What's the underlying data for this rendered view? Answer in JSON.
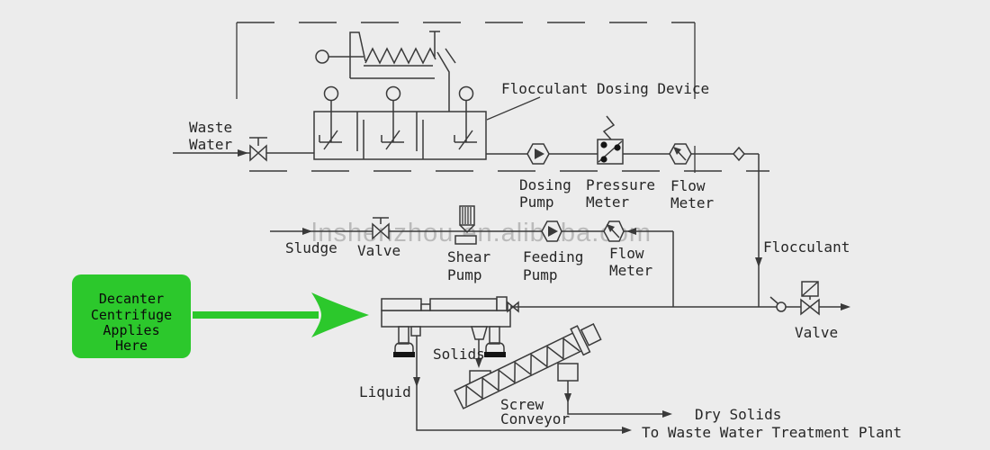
{
  "watermark": "lnshenzhou.en.alibaba.com",
  "colors": {
    "background": "#ececec",
    "ink": "#3a3a3a",
    "accent_green": "#2cc82c",
    "watermark_gray": "#b2b2b2"
  },
  "labels": {
    "waste_water_1": "Waste",
    "waste_water_2": "Water",
    "flocculant_dosing_device": "Flocculant Dosing Device",
    "dosing_pump_1": "Dosing",
    "dosing_pump_2": "Pump",
    "pressure_meter_1": "Pressure",
    "pressure_meter_2": "Meter",
    "flow_meter_top_1": "Flow",
    "flow_meter_top_2": "Meter",
    "sludge": "Sludge",
    "valve_sludge": "Valve",
    "shear_pump_1": "Shear",
    "shear_pump_2": "Pump",
    "feeding_pump_1": "Feeding",
    "feeding_pump_2": "Pump",
    "flow_meter_mid_1": "Flow",
    "flow_meter_mid_2": "Meter",
    "flocculant": "Flocculant",
    "valve_outlet": "Valve",
    "solids": "Solids",
    "liquid": "Liquid",
    "screw_conveyor_1": "Screw",
    "screw_conveyor_2": "Conveyor",
    "dry_solids": "Dry Solids",
    "to_wwtp": "To Waste Water Treatment Plant"
  },
  "callout": {
    "line1": "Decanter",
    "line2": "Centrifuge",
    "line3": "Applies",
    "line4": "Here"
  }
}
